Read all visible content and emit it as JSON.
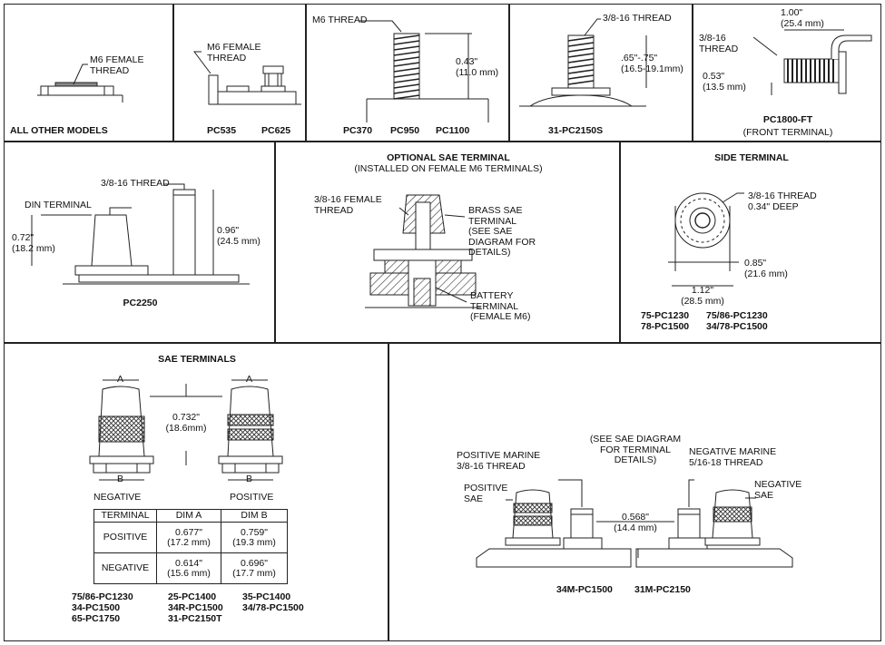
{
  "row1": {
    "all_other": {
      "thread": "M6 FEMALE\nTHREAD",
      "caption": "ALL OTHER MODELS"
    },
    "pc535": {
      "thread": "M6 FEMALE\nTHREAD",
      "models": [
        "PC535",
        "PC625"
      ]
    },
    "pc370": {
      "thread": "M6 THREAD",
      "dim": "0.43\"\n(11.0 mm)",
      "models": [
        "PC370",
        "PC950",
        "PC1100"
      ]
    },
    "pc2150s": {
      "thread": "3/8-16 THREAD",
      "dim": ".65\"-.75\"\n(16.5-19.1mm)",
      "models": [
        "31-PC2150S"
      ]
    },
    "pc1800": {
      "thread": "3/8-16\nTHREAD",
      "dim_len": "1.00\"\n(25.4 mm)",
      "dim_h": "0.53\"\n(13.5 mm)",
      "model": "PC1800-FT",
      "sub": "(FRONT TERMINAL)"
    }
  },
  "row2": {
    "pc2250": {
      "thread": "3/8-16 THREAD",
      "din": "DIN TERMINAL",
      "dim_din": "0.72\"\n(18.2 mm)",
      "dim_post": "0.96\"\n(24.5 mm)",
      "model": "PC2250"
    },
    "optional": {
      "title": "OPTIONAL SAE TERMINAL",
      "subtitle": "(INSTALLED ON FEMALE M6 TERMINALS)",
      "female_thread": "3/8-16 FEMALE\nTHREAD",
      "brass": "BRASS SAE\nTERMINAL\n(SEE SAE\nDIAGRAM FOR\nDETAILS)",
      "battery": "BATTERY\nTERMINAL\n(FEMALE M6)"
    },
    "side": {
      "title": "SIDE TERMINAL",
      "thread": "3/8-16 THREAD\n0.34\" DEEP",
      "dim_small": "0.85\"\n(21.6 mm)",
      "dim_width": "1.12\"\n(28.5 mm)",
      "models": [
        "75-PC1230",
        "75/86-PC1230",
        "78-PC1500",
        "34/78-PC1500"
      ]
    }
  },
  "row3": {
    "sae": {
      "title": "SAE TERMINALS",
      "label_a": "A",
      "label_b": "B",
      "height": "0.732\"\n(18.6mm)",
      "negative": "NEGATIVE",
      "positive": "POSITIVE",
      "table": {
        "headers": [
          "TERMINAL",
          "DIM A",
          "DIM B"
        ],
        "rows": [
          [
            "POSITIVE",
            "0.677\"\n(17.2 mm)",
            "0.759\"\n(19.3 mm)"
          ],
          [
            "NEGATIVE",
            "0.614\"\n(15.6 mm)",
            "0.696\"\n(17.7 mm)"
          ]
        ]
      },
      "models": [
        "75/86-PC1230",
        "25-PC1400",
        "35-PC1400",
        "34-PC1500",
        "34R-PC1500",
        "34/78-PC1500",
        "65-PC1750",
        "31-PC2150T"
      ]
    },
    "marine": {
      "note": "(SEE SAE DIAGRAM\nFOR TERMINAL\nDETAILS)",
      "pos_marine": "POSITIVE MARINE\n3/8-16 THREAD",
      "neg_marine": "NEGATIVE MARINE\n5/16-18 THREAD",
      "pos_sae": "POSITIVE\nSAE",
      "neg_sae": "NEGATIVE\nSAE",
      "dim": "0.568\"\n(14.4 mm)",
      "models": [
        "34M-PC1500",
        "31M-PC2150"
      ]
    }
  },
  "colors": {
    "line": "#222222",
    "hatch": "#333333"
  }
}
